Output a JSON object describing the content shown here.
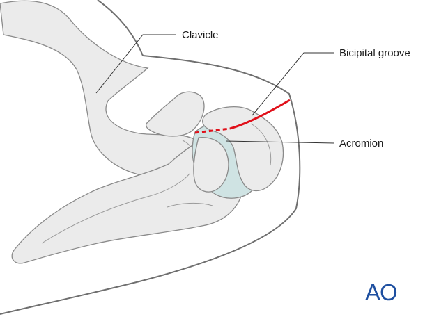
{
  "labels": {
    "clavicle": "Clavicle",
    "bicipital_groove": "Bicipital groove",
    "acromion": "Acromion"
  },
  "logo": {
    "text": "AO",
    "color": "#1e4fa0"
  },
  "colors": {
    "outline": "#6f6f6f",
    "bone_fill": "#ebebeb",
    "bone_stroke": "#8a8a8a",
    "humeral_head": "#cfe3e3",
    "incision": "#e0101a",
    "leader": "#333333"
  }
}
